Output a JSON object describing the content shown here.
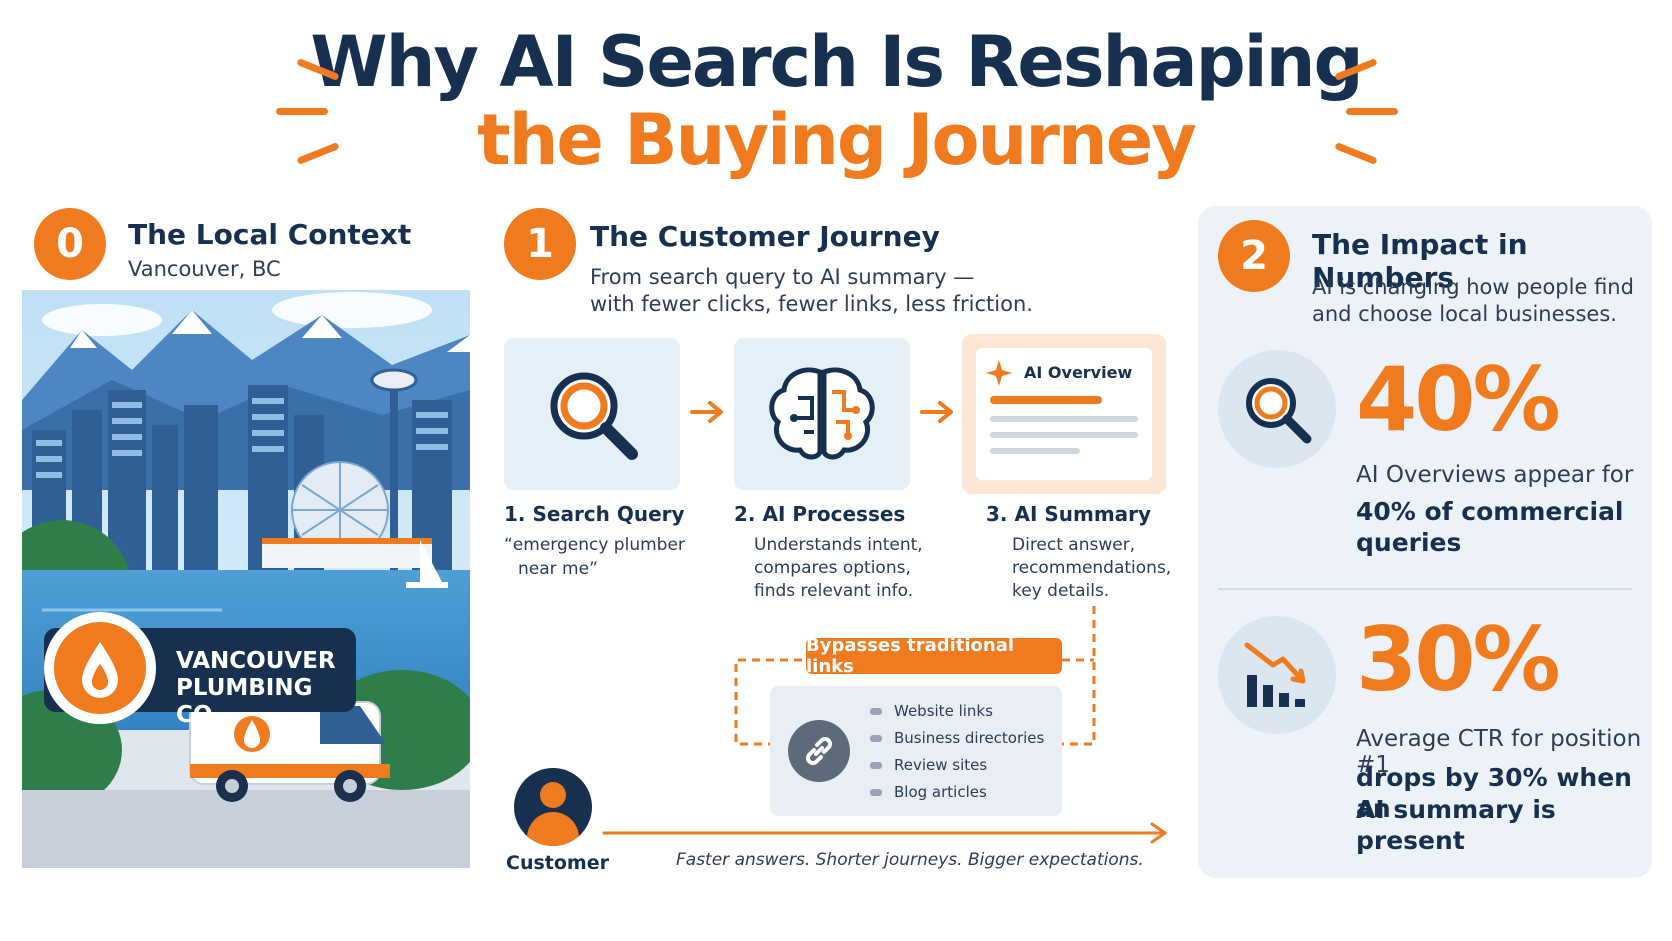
{
  "title": {
    "line1": "Why AI Search Is Reshaping",
    "line2": "the Buying Journey"
  },
  "section0": {
    "number": "0",
    "title": "The Local Context",
    "subtitle": "Vancouver, BC",
    "brand_line1": "VANCOUVER",
    "brand_line2": "PLUMBING CO."
  },
  "section1": {
    "number": "1",
    "title": "The Customer Journey",
    "subtitle_line1": "From search query to AI summary —",
    "subtitle_line2": "with fewer clicks, fewer links, less friction.",
    "steps": [
      {
        "title": "1. Search Query",
        "desc1": "“emergency plumber",
        "desc2": "near me”",
        "desc3": ""
      },
      {
        "title": "2. AI Processes",
        "desc1": "Understands intent,",
        "desc2": "compares options,",
        "desc3": "finds relevant info."
      },
      {
        "title": "3. AI Summary",
        "desc1": "Direct answer,",
        "desc2": "recommendations,",
        "desc3": "key details."
      }
    ],
    "ai_overview_label": "AI Overview",
    "bypass_label": "Bypasses traditional links",
    "links": [
      "Website links",
      "Business directories",
      "Review sites",
      "Blog articles"
    ],
    "customer_label": "Customer",
    "tagline": "Faster answers. Shorter journeys. Bigger expectations."
  },
  "section2": {
    "number": "2",
    "title": "The Impact in Numbers",
    "subtitle_line1": "AI is changing how people find",
    "subtitle_line2": "and choose local businesses.",
    "stats": [
      {
        "value": "40%",
        "desc": "AI Overviews appear for",
        "strong1": "40% of commercial",
        "strong2": "queries"
      },
      {
        "value": "30%",
        "desc": "Average CTR for position #1",
        "strong1": "drops by 30% when an",
        "strong2": "AI summary is present"
      }
    ]
  },
  "colors": {
    "navy": "#17304f",
    "orange": "#f07a1e",
    "panel": "#edf2f8",
    "card": "#e4eff8"
  }
}
